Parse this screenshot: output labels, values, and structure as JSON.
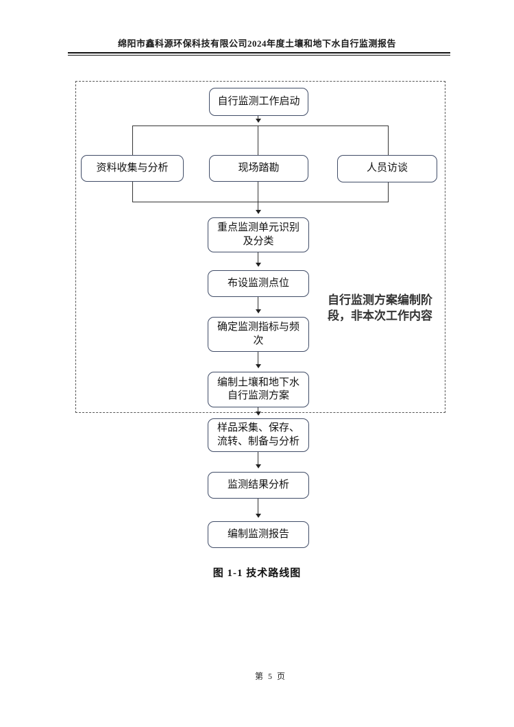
{
  "header": {
    "title": "绵阳市鑫科源环保科技有限公司2024年度土壤和地下水自行监测报告"
  },
  "figure": {
    "caption": "图 1-1  技术路线图",
    "phase_annotation": "自行监测方案编制阶\n段，非本次工作内容",
    "nodes": [
      {
        "id": "start",
        "label": "自行监测工作启动"
      },
      {
        "id": "data-collection",
        "label": "资料收集与分析"
      },
      {
        "id": "site-survey",
        "label": "现场踏勘"
      },
      {
        "id": "interviews",
        "label": "人员访谈"
      },
      {
        "id": "unit-identify",
        "label": "重点监测单元识别\n及分类"
      },
      {
        "id": "point-layout",
        "label": "布设监测点位"
      },
      {
        "id": "indicators",
        "label": "确定监测指标与频\n次"
      },
      {
        "id": "compile-plan",
        "label": "编制土壤和地下水\n自行监测方案"
      },
      {
        "id": "sampling",
        "label": "样品采集、保存、\n流转、制备与分析"
      },
      {
        "id": "result-analysis",
        "label": "监测结果分析"
      },
      {
        "id": "compile-report",
        "label": "编制监测报告"
      }
    ]
  },
  "footer": {
    "page_number": "第 5 页"
  },
  "colors": {
    "node_border": "#3f4b66",
    "line": "#2f2f2f",
    "dashed_border": "#555555",
    "text": "#111111"
  }
}
